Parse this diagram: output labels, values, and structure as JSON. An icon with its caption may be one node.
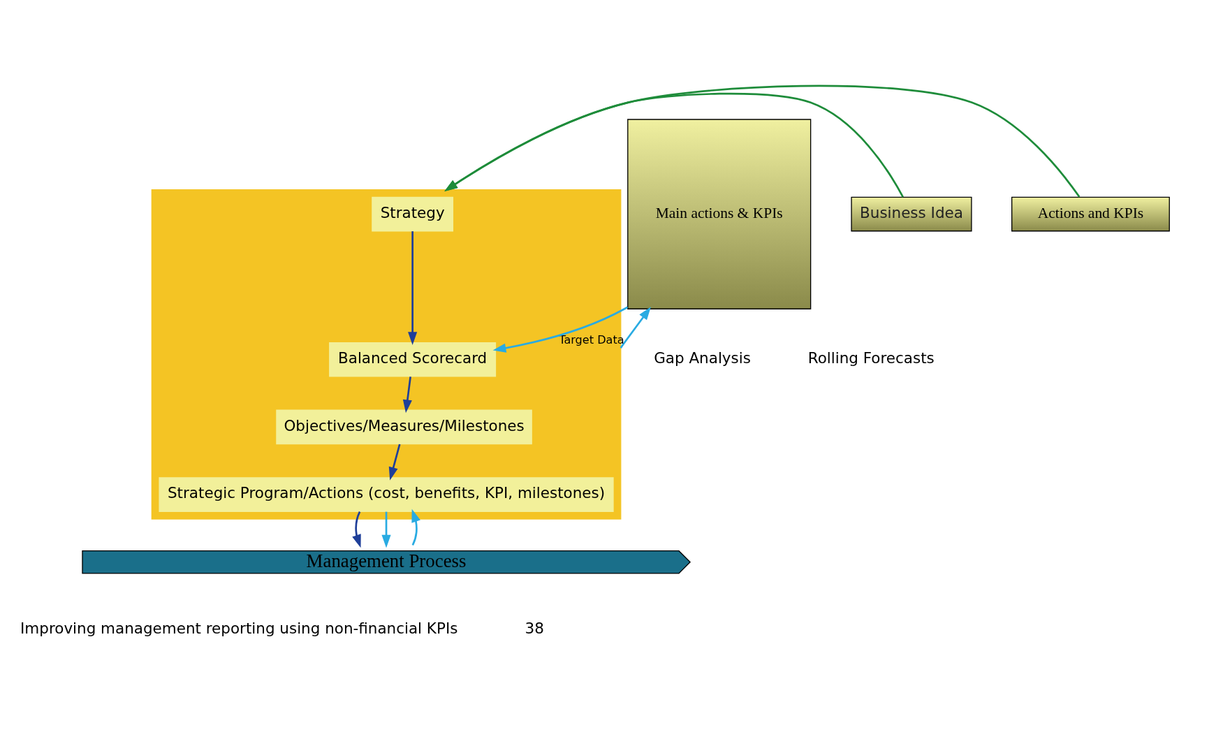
{
  "diagram": {
    "nodes": [
      {
        "text": [],
        "shape": "triangle"
      },
      {
        "text": [
          "Business Idea"
        ]
      },
      {
        "text": [
          "Strategy"
        ],
        "in": 0
      },
      {
        "text": [
          "Balanced Scorecard"
        ],
        "in": 0
      },
      {
        "text": [
          "Objectives/Measures/Milestones"
        ],
        "in": 0
      },
      {
        "text": [
          "Strategic Program/Actions (cost, benefits, KPI, milestones)"
        ],
        "in": 0
      },
      {
        "text": [
          "Actions and KPIs"
        ]
      },
      {
        "text": [
          "Main actions & KPIs"
        ]
      },
      {
        "text": [
          "Management Process"
        ]
      }
    ],
    "edges": [
      {
        "from": 1,
        "to": 0,
        "arrow": "to",
        "color": "#1e8c3a"
      },
      {
        "from": 6,
        "to": 0,
        "arrow": "to",
        "color": "#1e8c3a"
      },
      {
        "from": 2,
        "to": 3,
        "arrow": "to"
      },
      {
        "from": 3,
        "to": 4,
        "arrow": "to"
      },
      {
        "from": 4,
        "to": 5,
        "arrow": "to"
      },
      {
        "from": 5,
        "to": 8,
        "arrow": "to"
      },
      {
        "from": 7,
        "to": 3,
        "arrow": "to",
        "color": "#29abe2"
      },
      {
        "from": 0,
        "to": 7,
        "arrow": "to",
        "label": "Target Data",
        "color": "#29abe2"
      },
      {
        "from": 5,
        "to": 8,
        "arrow": "to",
        "color": "#29abe2"
      },
      {
        "from": 8,
        "to": 5,
        "arrow": "to",
        "color": "#29abe2"
      }
    ],
    "labels": [
      "Gap Analysis",
      "Rolling Forecasts",
      "Improving management reporting using non-financial KPIs",
      "38"
    ]
  }
}
